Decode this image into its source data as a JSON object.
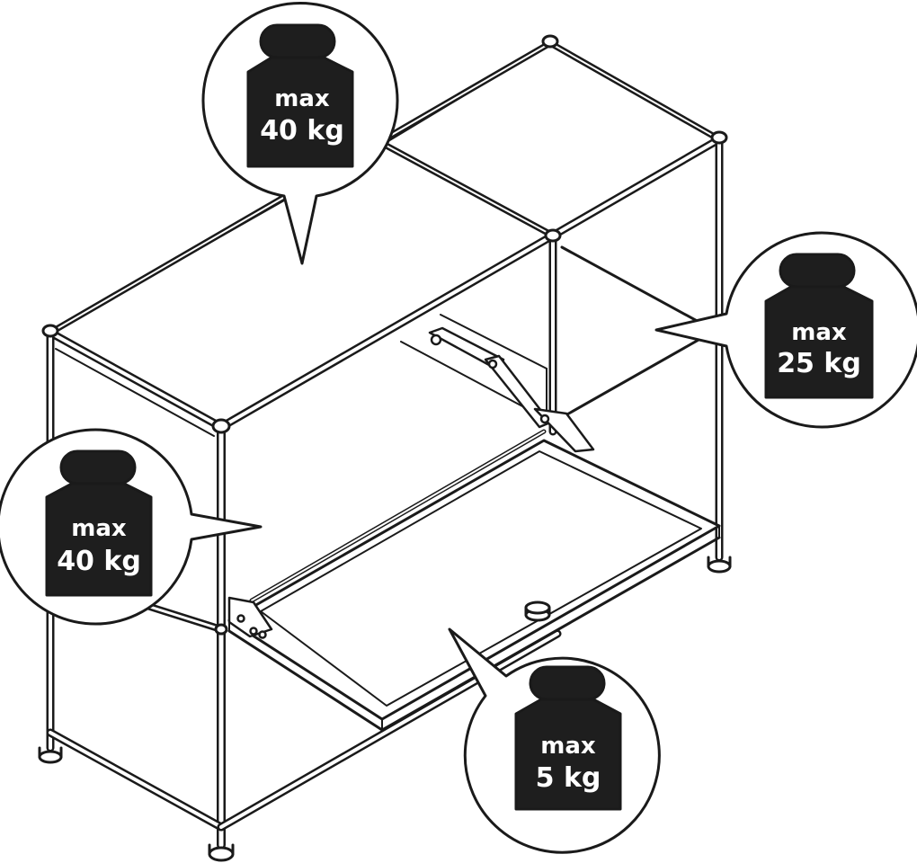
{
  "colors": {
    "line": "#1a1a1a",
    "weight_fill": "#1e1e1e",
    "weight_text": "#ffffff",
    "panel_fill": "#ffffff",
    "background": "#ffffff"
  },
  "callouts": [
    {
      "id": "top-shelf",
      "line1": "max",
      "line2": "40 kg",
      "icon": "weight-icon"
    },
    {
      "id": "right-compartment",
      "line1": "max",
      "line2": "25 kg",
      "icon": "weight-icon"
    },
    {
      "id": "left-compartment",
      "line1": "max",
      "line2": "40 kg",
      "icon": "weight-icon"
    },
    {
      "id": "drop-front-flap",
      "line1": "max",
      "line2": "5 kg",
      "icon": "weight-icon"
    }
  ]
}
